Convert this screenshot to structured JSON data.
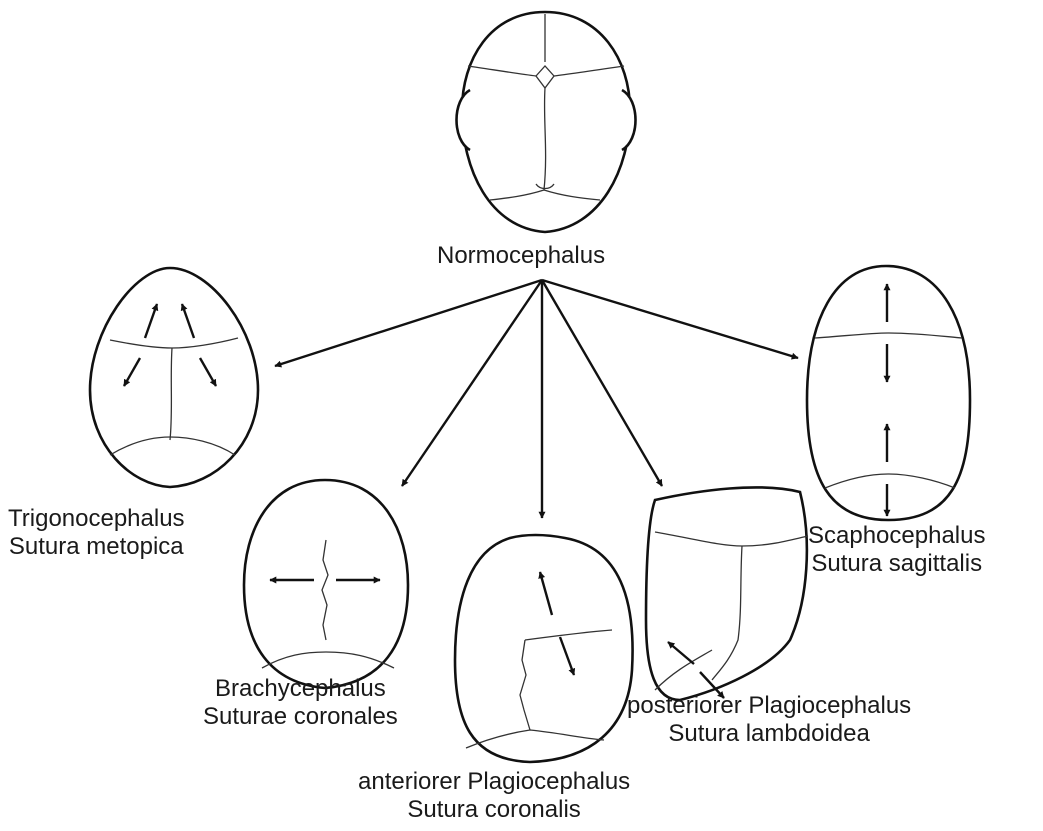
{
  "center": {
    "name": "Normocephalus"
  },
  "types": [
    {
      "id": "trigonocephalus",
      "name": "Trigonocephalus",
      "suture": "Sutura metopica"
    },
    {
      "id": "brachycephalus",
      "name": "Brachycephalus",
      "suture": "Suturae coronales"
    },
    {
      "id": "anterior-plagiocephalus",
      "name": "anteriorer Plagiocephalus",
      "suture": "Sutura coronalis"
    },
    {
      "id": "posterior-plagiocephalus",
      "name": "posteriorer Plagiocephalus",
      "suture": "Sutura lambdoidea"
    },
    {
      "id": "scaphocephalus",
      "name": "Scaphocephalus",
      "suture": "Sutura sagittalis"
    }
  ]
}
